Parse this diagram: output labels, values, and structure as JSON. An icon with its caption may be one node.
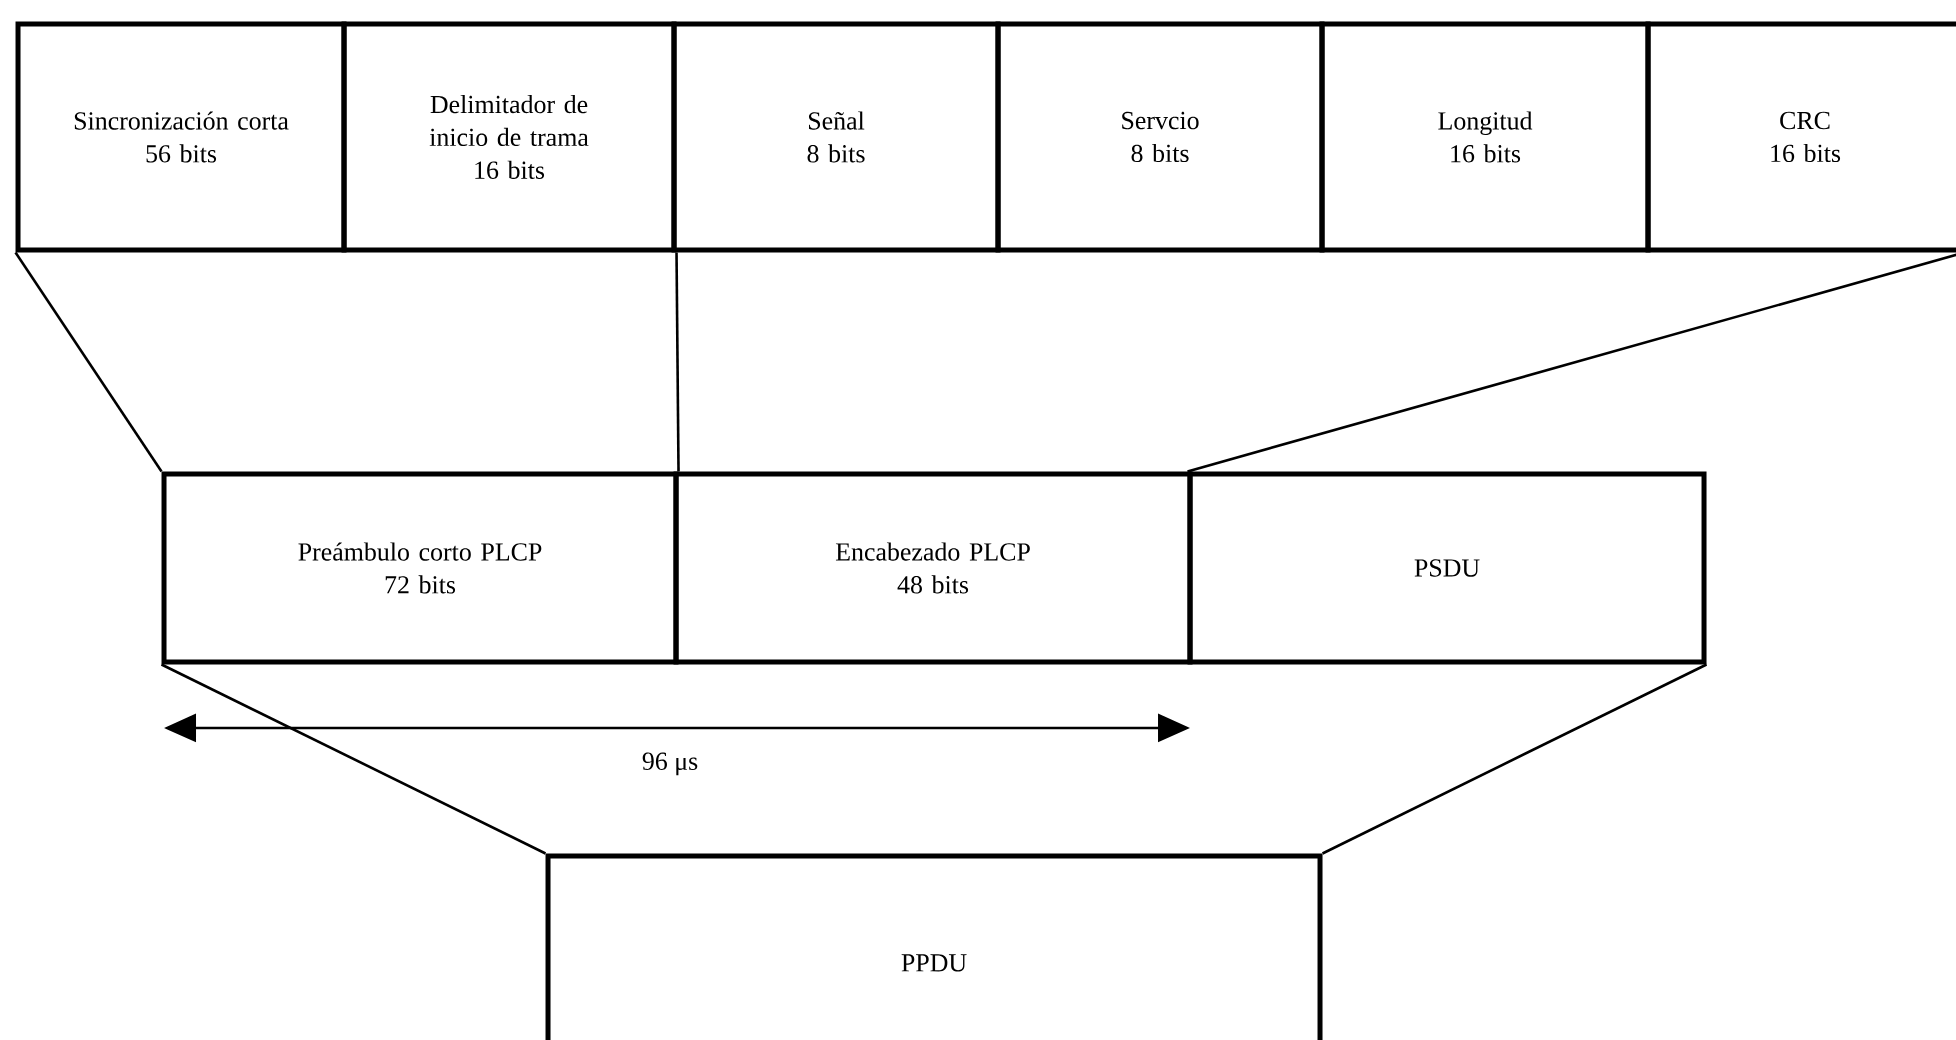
{
  "diagram": {
    "nodes": [
      {
        "text": [
          "Sincronización corta",
          "56 bits"
        ]
      },
      {
        "text": [
          "Delimitador de inicio de trama",
          "16 bits"
        ]
      },
      {
        "text": [
          "Señal",
          "8 bits"
        ]
      },
      {
        "text": [
          "Servcio",
          "8 bits"
        ]
      },
      {
        "text": [
          "Longitud",
          "16 bits"
        ]
      },
      {
        "text": [
          "CRC",
          "16 bits"
        ]
      },
      {
        "text": [
          "Preámbulo corto PLCP",
          "72 bits"
        ]
      },
      {
        "text": [
          "Encabezado PLCP",
          "48 bits"
        ]
      },
      {
        "text": [
          "PSDU"
        ]
      },
      {
        "text": [
          "PPDU"
        ]
      }
    ],
    "edges": [
      {
        "from": 0,
        "to": 6,
        "arrow": "none"
      },
      {
        "from": 1,
        "to": 6,
        "arrow": "none"
      },
      {
        "from": 5,
        "to": 8,
        "arrow": "none"
      },
      {
        "from": 6,
        "to": 9,
        "arrow": "none"
      },
      {
        "from": 8,
        "to": 9,
        "arrow": "none"
      }
    ],
    "labels": [
      "96 μs"
    ]
  }
}
